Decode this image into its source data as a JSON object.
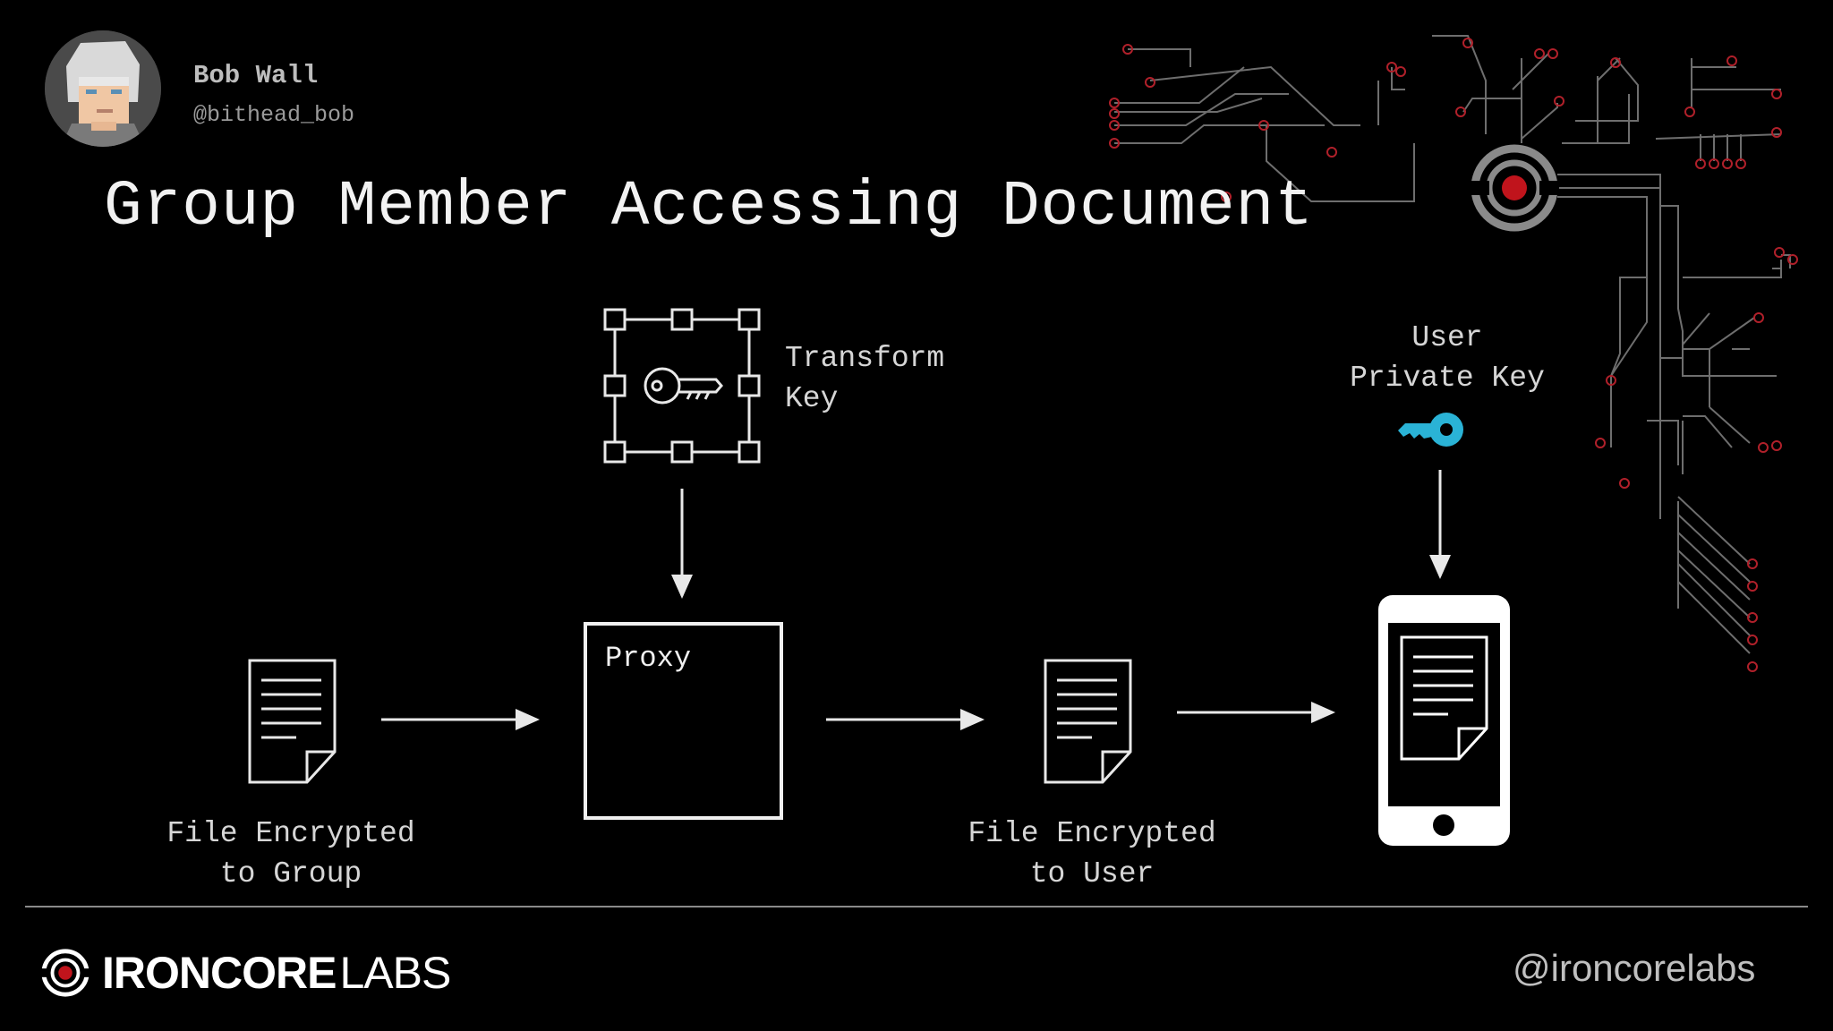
{
  "author": {
    "name": "Bob Wall",
    "handle": "@bithead_bob"
  },
  "slide": {
    "title": "Group Member Accessing Document"
  },
  "diagram": {
    "transform_key_label": "Transform\nKey",
    "user_private_key_label": "User\nPrivate Key",
    "proxy_label": "Proxy",
    "file_group_label": "File Encrypted\nto Group",
    "file_user_label": "File Encrypted\nto User"
  },
  "footer": {
    "brand_bold": "IRONCORE",
    "brand_light": "LABS",
    "handle": "@ironcorelabs"
  },
  "colors": {
    "background": "#000000",
    "circuit_line": "#6e6e6e",
    "circuit_node": "#b0202a",
    "key_accent": "#2ab3d6",
    "logo_red": "#c0141c"
  },
  "icons": [
    "circuit-decoration",
    "ironcore-logo-icon",
    "transform-key-icon",
    "user-key-icon",
    "document-icon",
    "phone-icon"
  ]
}
